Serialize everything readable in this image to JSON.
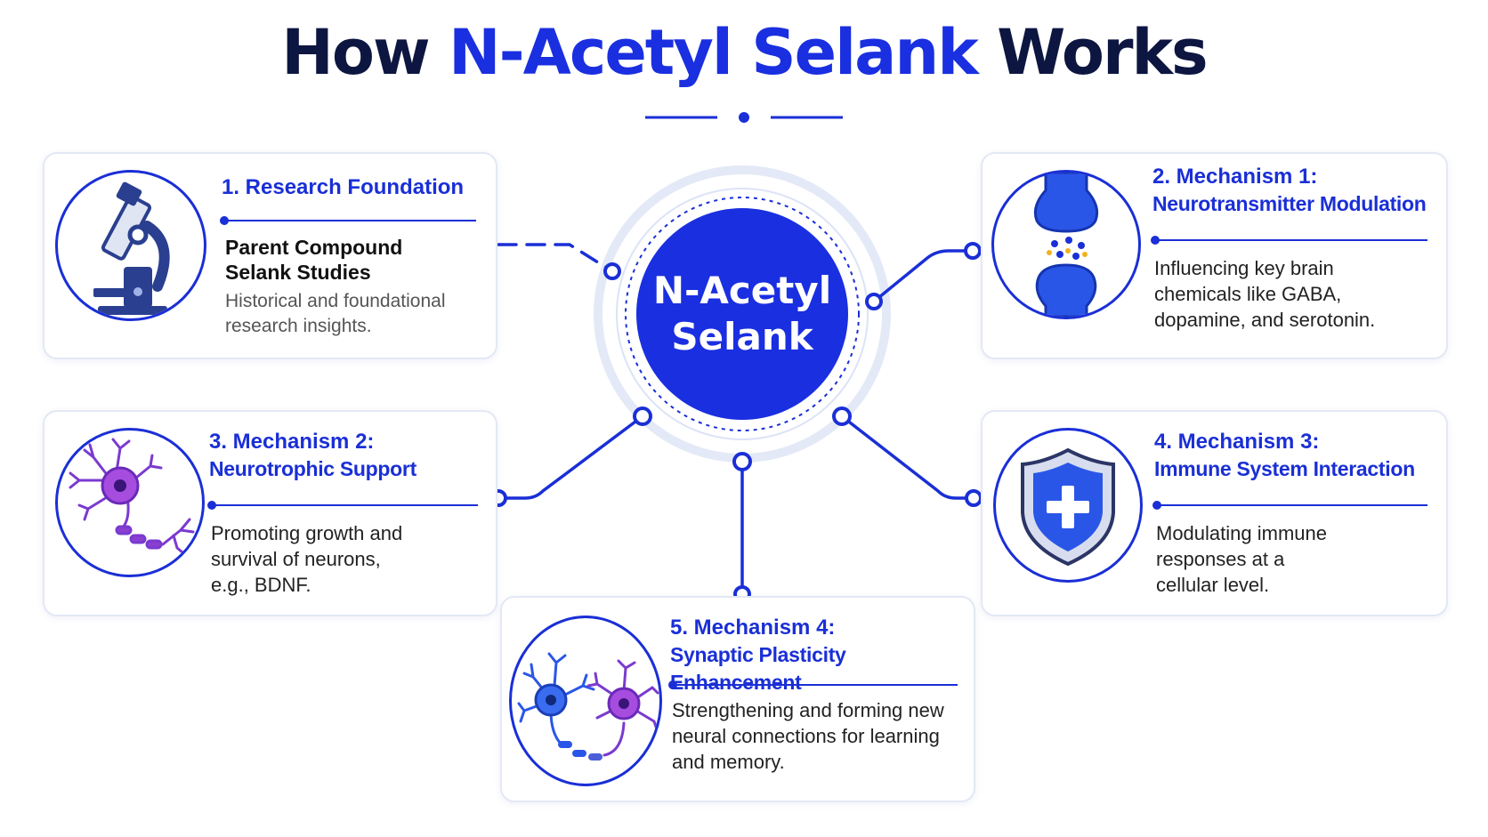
{
  "title": {
    "prefix": "How",
    "highlight": "N-Acetyl Selank",
    "suffix": "Works"
  },
  "center": {
    "line1": "N-Acetyl",
    "line2": "Selank"
  },
  "cards": {
    "research": {
      "heading": "1. Research Foundation",
      "subtitle_lines": [
        "Parent Compound",
        "Selank Studies"
      ],
      "description_lines": [
        "Historical and foundational",
        "research insights."
      ],
      "icon": "microscope-icon"
    },
    "neurotransmitter": {
      "heading_line1": "2. Mechanism 1:",
      "heading_line2": "Neurotransmitter Modulation",
      "description_lines": [
        "Influencing key brain",
        "chemicals like GABA,",
        "dopamine, and serotonin."
      ],
      "icon": "synapse-icon"
    },
    "neurotrophic": {
      "heading_line1": "3. Mechanism 2:",
      "heading_line2": "Neurotrophic Support",
      "description_lines": [
        "Promoting growth and",
        "survival of neurons,",
        "e.g., BDNF."
      ],
      "icon": "neuron-icon"
    },
    "immune": {
      "heading_line1": "4. Mechanism 3:",
      "heading_line2": "Immune System Interaction",
      "description_lines": [
        "Modulating immune",
        "responses at a",
        "cellular level."
      ],
      "icon": "shield-cross-icon"
    },
    "plasticity": {
      "heading_line1": "5. Mechanism 4:",
      "heading_line2": "Synaptic Plasticity Enhancement",
      "description_lines": [
        "Strengthening and forming new",
        "neural connections for learning",
        "and memory."
      ],
      "icon": "connected-neurons-icon"
    }
  },
  "colors": {
    "accent": "#1a2fe0",
    "title_dark": "#0d1640",
    "neuron_purple": "#8a3fd1",
    "synapse_blue": "#2a56e8"
  }
}
